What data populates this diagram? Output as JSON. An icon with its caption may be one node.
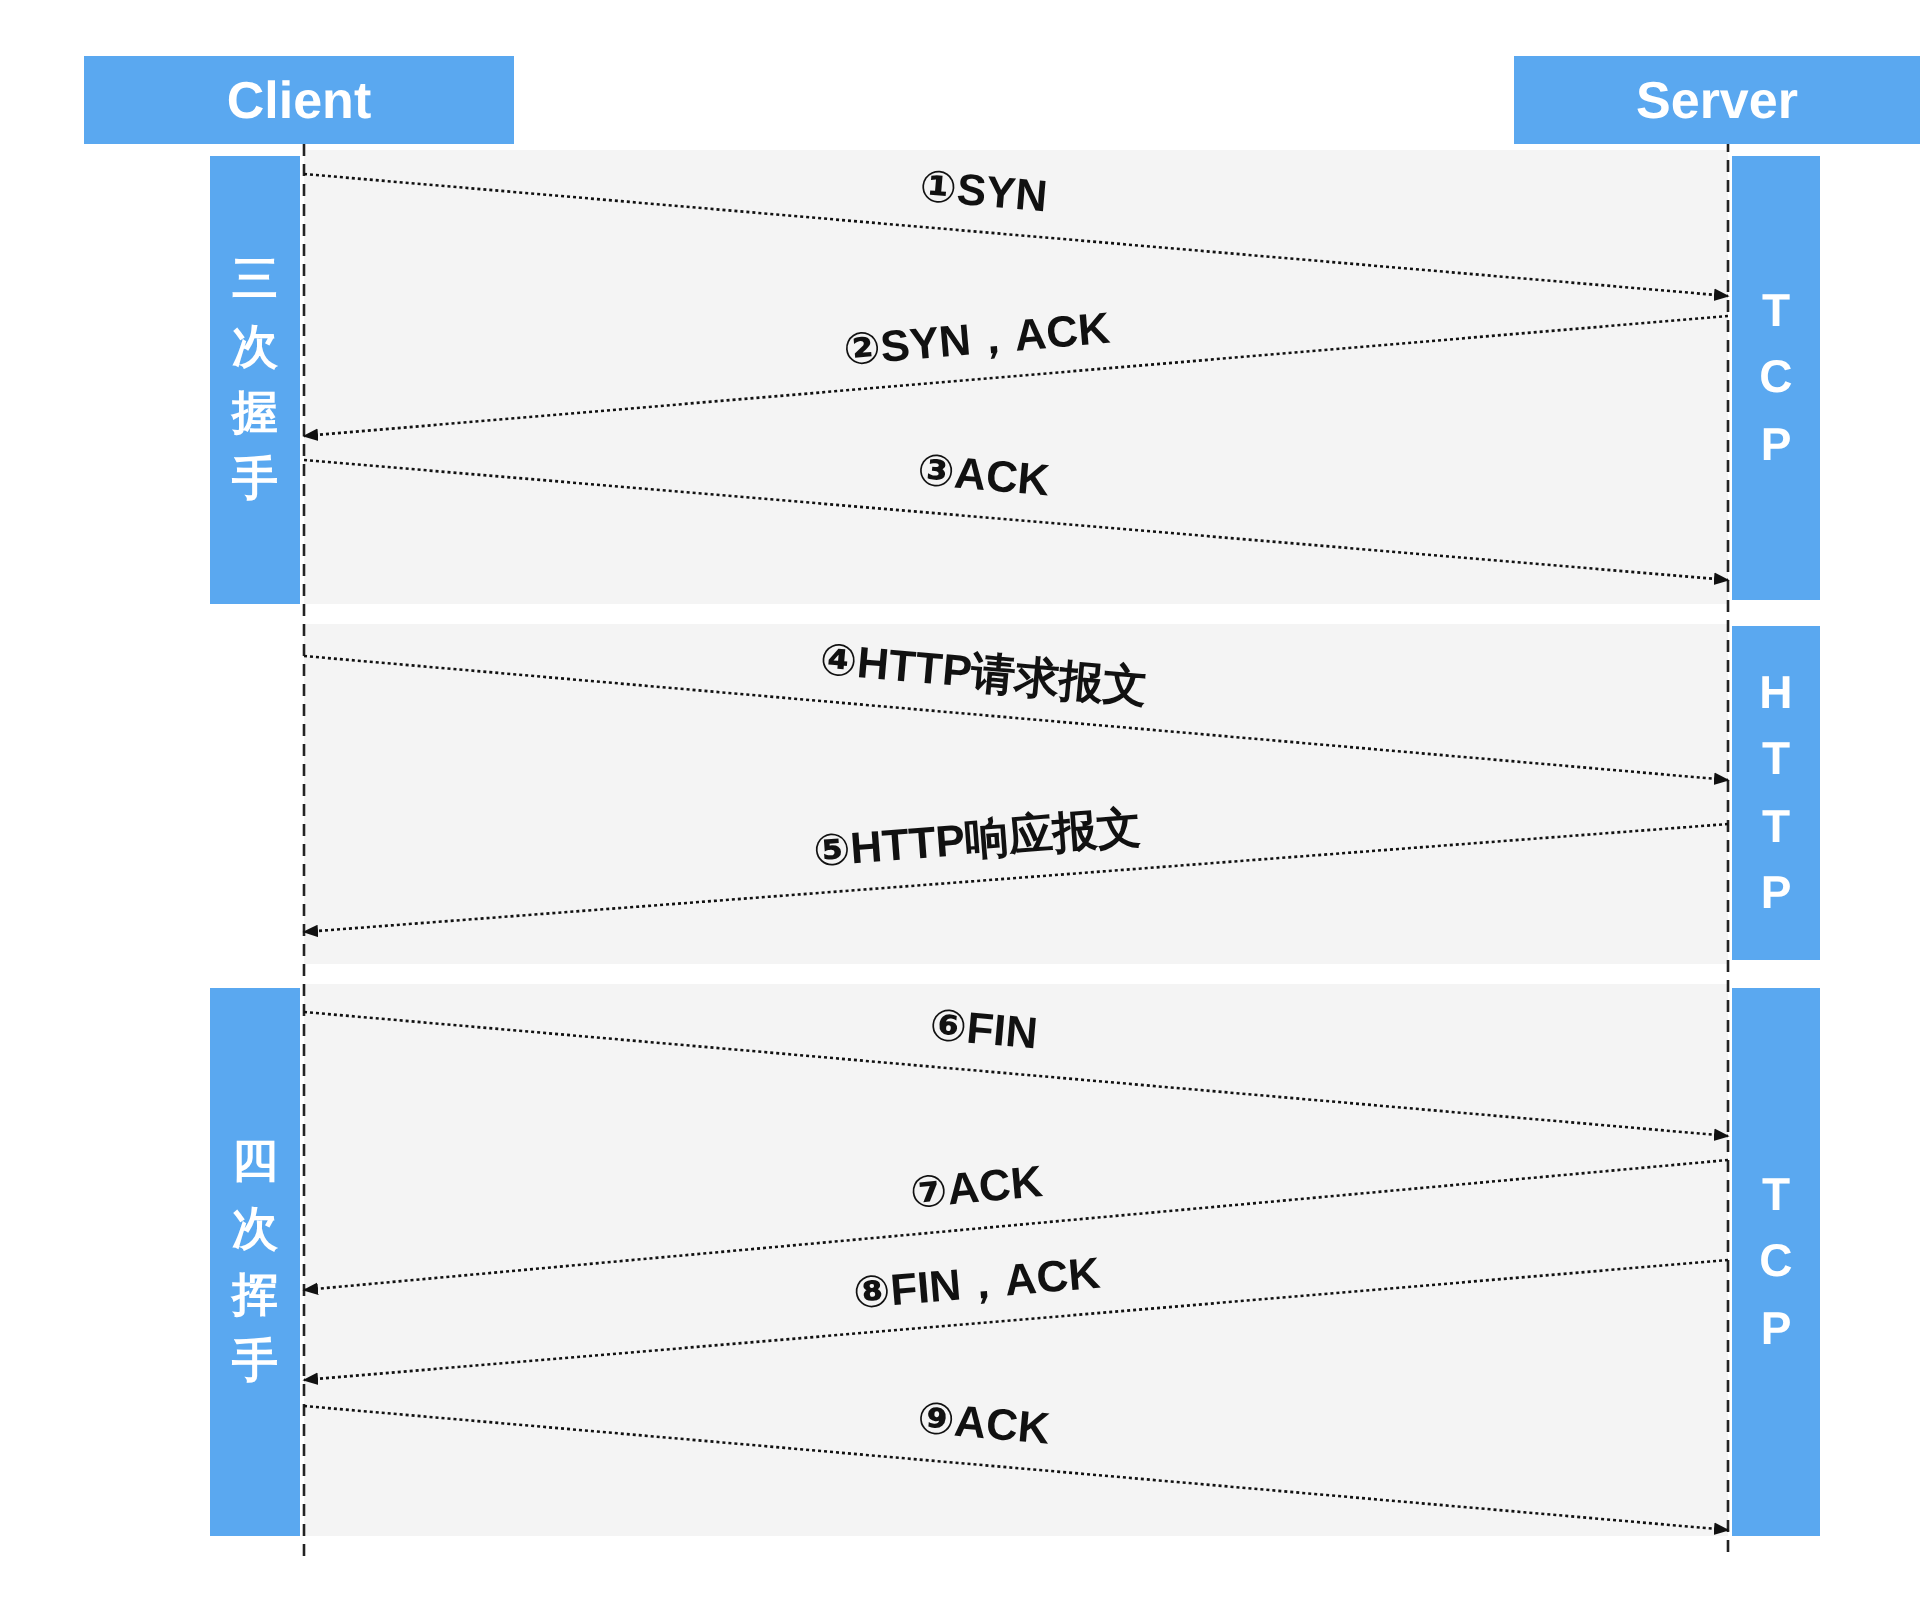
{
  "diagram": {
    "nodes": [
      {
        "text": [
          "Client"
        ]
      },
      {
        "text": [
          "Server"
        ]
      },
      {
        "text": [
          "三次握手"
        ]
      },
      {
        "text": [
          "TCP"
        ]
      },
      {
        "text": [
          "HTTP"
        ]
      },
      {
        "text": [
          "四次挥手"
        ]
      },
      {
        "text": [
          "TCP"
        ]
      }
    ],
    "edges": [
      {
        "from": 2,
        "to": 3,
        "arrow": "to",
        "label": "①SYN"
      },
      {
        "from": 3,
        "to": 2,
        "arrow": "to",
        "label": "②SYN，ACK"
      },
      {
        "from": 2,
        "to": 3,
        "arrow": "to",
        "label": "③ACK"
      },
      {
        "from": null,
        "to": 4,
        "arrow": "to",
        "label": "④HTTP请求报文"
      },
      {
        "from": 4,
        "to": null,
        "arrow": "to",
        "label": "⑤HTTP响应报文"
      },
      {
        "from": 5,
        "to": 6,
        "arrow": "to",
        "label": "⑥FIN"
      },
      {
        "from": 6,
        "to": 5,
        "arrow": "to",
        "label": "⑦ACK"
      },
      {
        "from": 6,
        "to": 5,
        "arrow": "to",
        "label": "⑧FIN，ACK"
      },
      {
        "from": 5,
        "to": 6,
        "arrow": "to",
        "label": "⑨ACK"
      }
    ]
  }
}
